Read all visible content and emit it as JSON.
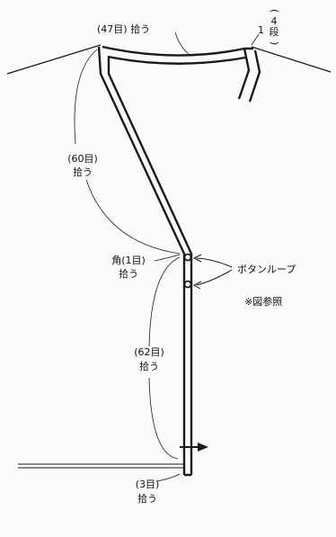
{
  "labels": {
    "top_pick": "(47目) 拾う",
    "row_num": "1",
    "row_count_open": "(",
    "row_count_num": "4",
    "row_count_unit": "段",
    "row_count_close": ")",
    "left_pick_count": "(60目)",
    "left_pick_verb": "拾う",
    "corner_count": "角(1目)",
    "corner_verb": "拾う",
    "button_loop": "ボタンループ",
    "figure_ref": "※図参照",
    "lower_pick_count": "(62目)",
    "lower_pick_verb": "拾う",
    "bottom_pick_count": "(3目)",
    "bottom_pick_verb": "拾う"
  },
  "colors": {
    "line": "#1a1a1a",
    "paper": "#fbfbf9"
  }
}
